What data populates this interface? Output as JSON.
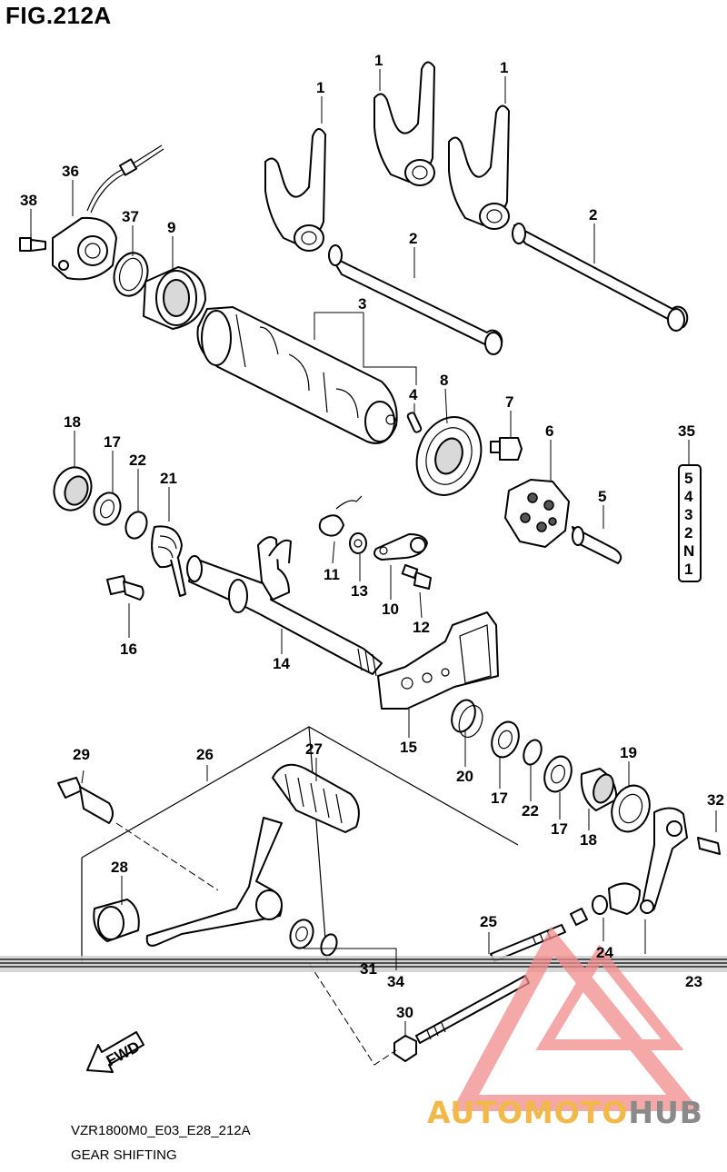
{
  "figure": {
    "title": "FIG.212A",
    "code": "VZR1800M0_E03_E28_212A",
    "subtitle": "GEAR SHIFTING"
  },
  "watermark": {
    "auto": "AUTO",
    "moto": "MOTO",
    "hub": "HUB",
    "colors": {
      "accent": "#f2b84a",
      "gray": "#8a8a8a",
      "triangle": "#f28b8b"
    }
  },
  "callouts": {
    "c1a": "1",
    "c1b": "1",
    "c1c": "1",
    "c2a": "2",
    "c2b": "2",
    "c3": "3",
    "c4": "4",
    "c5": "5",
    "c6": "6",
    "c7": "7",
    "c8": "8",
    "c9": "9",
    "c10": "10",
    "c11": "11",
    "c12": "12",
    "c13": "13",
    "c14": "14",
    "c15": "15",
    "c16": "16",
    "c17a": "17",
    "c17b": "17",
    "c17c": "17",
    "c18a": "18",
    "c18b": "18",
    "c19": "19",
    "c20": "20",
    "c21": "21",
    "c22a": "22",
    "c22b": "22",
    "c23": "23",
    "c24": "24",
    "c25": "25",
    "c26": "26",
    "c27": "27",
    "c28": "28",
    "c29": "29",
    "c30": "30",
    "c31": "31",
    "c32": "32",
    "c34": "34",
    "c35": "35",
    "c36": "36",
    "c37": "37",
    "c38": "38"
  },
  "gear_positions": [
    "5",
    "4",
    "3",
    "2",
    "N",
    "1"
  ],
  "fwd_label": "FWD"
}
